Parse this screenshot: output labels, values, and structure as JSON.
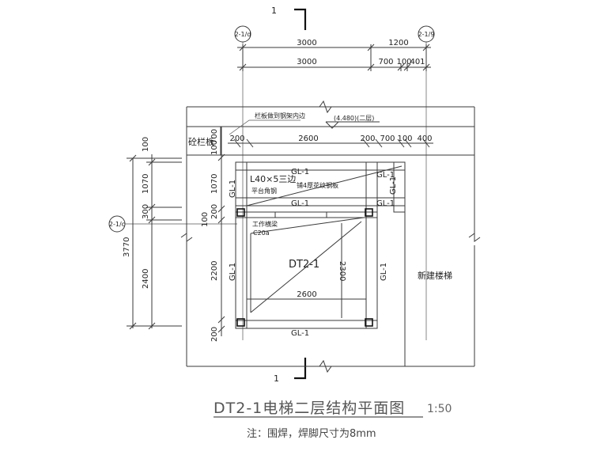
{
  "axes": {
    "left": "2-1/d",
    "right": "2-1/9",
    "side": "2-1/c"
  },
  "section_mark": "1",
  "dims_top_row1": [
    "3000",
    "1200"
  ],
  "dims_top_row2": [
    "3000",
    "700",
    "100",
    "401"
  ],
  "dims_inner_top": [
    "200",
    "2600",
    "200",
    "700",
    "100",
    "400"
  ],
  "dims_left_col": [
    "100",
    "1070",
    "300",
    "2400"
  ],
  "dims_left_total": "3770",
  "dims_inner_left": [
    "100",
    "700",
    "1070",
    "200",
    "100",
    "2200",
    "200"
  ],
  "dim_mid_2600": "2600",
  "dim_diag_2300": "2300",
  "labels": {
    "parapet": "砼栏板",
    "railing_note": "栏板做到钢架内边",
    "elevation": "(4.480)(二层)",
    "angle_steel": "L40×5三边",
    "platform_angle": "平台角钢",
    "plate_note": "铺4厚花纹钢板",
    "beam_note": "工作横梁",
    "c20": "C20a",
    "elevator": "DT2-1",
    "new_stair": "新建楼梯",
    "gl": "GL-1"
  },
  "title": "DT2-1电梯二层结构平面图",
  "scale": "1:50",
  "note": "注：围焊，焊脚尺寸为8mm"
}
